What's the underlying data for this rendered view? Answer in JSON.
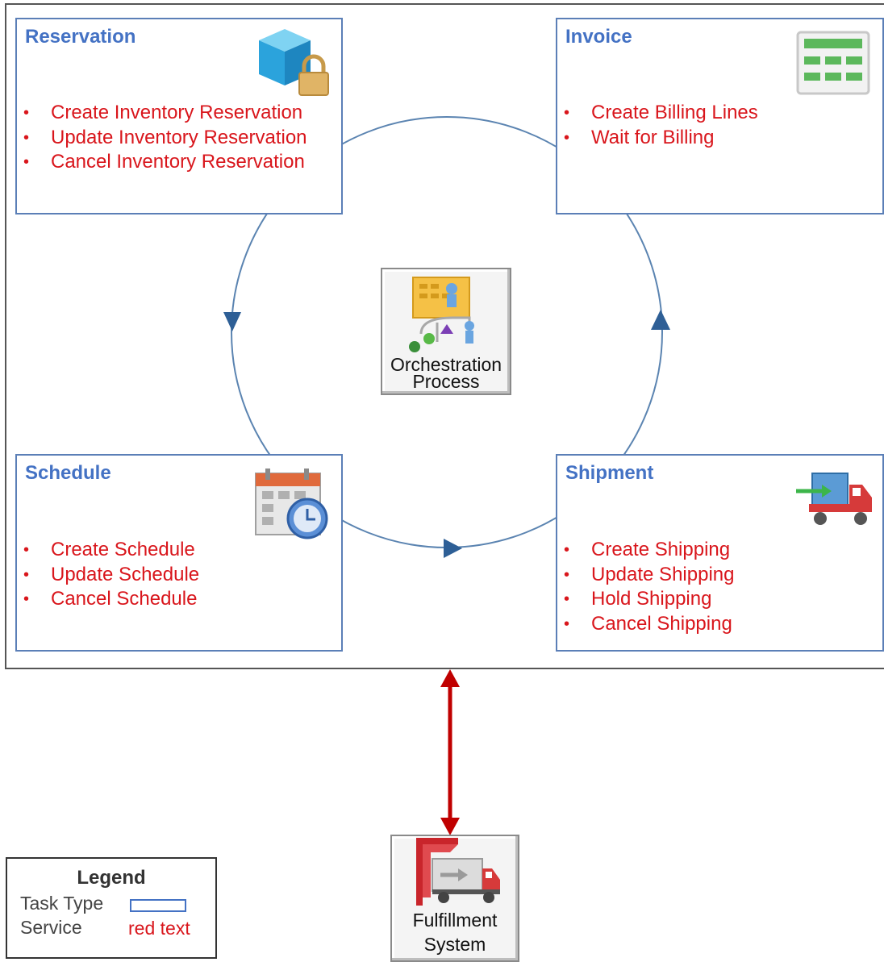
{
  "reservation": {
    "title": "Reservation",
    "icon": "inventory-lock-icon",
    "services": [
      "Create Inventory  Reservation",
      "Update Inventory  Reservation",
      "Cancel Inventory  Reservation"
    ]
  },
  "invoice": {
    "title": "Invoice",
    "icon": "billing-sheet-icon",
    "services": [
      "Create Billing Lines",
      "Wait for Billing"
    ]
  },
  "schedule": {
    "title": "Schedule",
    "icon": "calendar-clock-icon",
    "services": [
      "Create Schedule",
      "Update Schedule",
      "Cancel Schedule"
    ]
  },
  "shipment": {
    "title": "Shipment",
    "icon": "truck-icon",
    "services": [
      "Create Shipping",
      "Update Shipping",
      "Hold Shipping",
      "Cancel Shipping"
    ]
  },
  "orchestration": {
    "line1": "Orchestration",
    "line2": "Process",
    "icon": "orchestration-process-icon"
  },
  "fulfillment": {
    "line1": "Fulfillment",
    "line2": "System",
    "icon": "fulfillment-truck-icon"
  },
  "legend": {
    "title": "Legend",
    "task_type": "Task Type",
    "service": "Service",
    "service_sample": "red text"
  },
  "colors": {
    "task_border": "#5b7fb7",
    "task_title": "#4472c4",
    "service_text": "#d9161c",
    "cycle_arrow": "#5b84b1",
    "integration_arrow": "#c00000"
  }
}
